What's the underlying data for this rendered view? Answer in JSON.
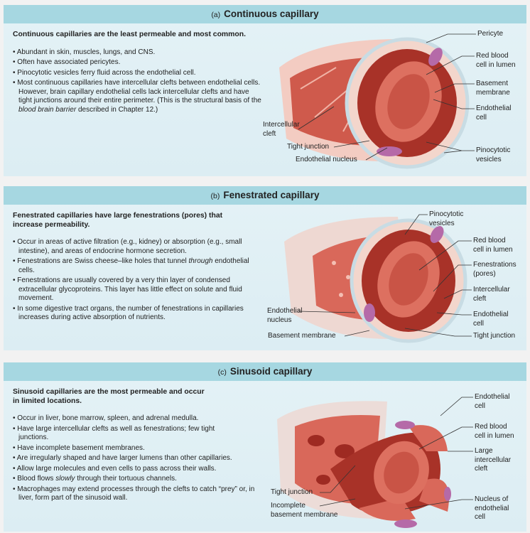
{
  "panels": [
    {
      "letter": "(a)",
      "title": "Continuous capillary",
      "lead": "Continuous capillaries are the least permeable and most common.",
      "bullets": [
        "Abundant in skin, muscles, lungs, and CNS.",
        "Often have associated pericytes.",
        "Pinocytotic vesicles ferry fluid across the endothelial cell."
      ],
      "bullet4": {
        "pre": "Most continuous capillaries have intercellular clefts between endothelial cells. However, brain capillary endothelial cells lack intercellular clefts and have tight junctions around their entire perimeter. (This is the structural basis of the ",
        "em": "blood brain barrier",
        "post": " described in Chapter 12.)"
      },
      "labels": [
        "Pericyte",
        "Red blood\ncell in lumen",
        "Basement\nmembrane",
        "Endothelial\ncell",
        "Intercellular\ncleft",
        "Tight junction",
        "Endothelial nucleus",
        "Pinocytotic\nvesicles"
      ]
    },
    {
      "letter": "(b)",
      "title": "Fenestrated capillary",
      "lead": "Fenestrated capillaries have large fenestrations (pores) that increase permeability.",
      "bullets": [
        "Occur in areas of active filtration (e.g., kidney) or absorption (e.g., small intestine), and areas of endocrine hormone secretion."
      ],
      "bullet2": {
        "pre": "Fenestrations are Swiss cheese–like holes that tunnel ",
        "em": "through",
        "post": " endothelial cells."
      },
      "bullets_b": [
        "Fenestrations are usually covered by a very thin layer of condensed extracellular glycoproteins. This layer has little effect on solute and fluid movement.",
        "In some digestive tract organs, the number of fenestrations in capillaries increases during active absorption of nutrients."
      ],
      "labels": [
        "Pinocytotic\nvesicles",
        "Red blood\ncell in lumen",
        "Fenestrations\n(pores)",
        "Intercellular\ncleft",
        "Endothelial\nnucleus",
        "Endothelial\ncell",
        "Basement membrane",
        "Tight junction"
      ]
    },
    {
      "letter": "(c)",
      "title": "Sinusoid capillary",
      "lead": "Sinusoid capillaries are the most permeable and occur in limited locations.",
      "bullets": [
        "Occur in liver, bone marrow, spleen, and adrenal medulla.",
        "Have large intercellular clefts as well as fenestrations; few tight junctions.",
        "Have incomplete basement membranes.",
        "Are irregularly shaped and have larger lumens than other capillaries.",
        "Allow large molecules and even cells to pass across their walls."
      ],
      "bullet6": {
        "pre": "Blood flows ",
        "em": "slowly",
        "post": " through their tortuous channels."
      },
      "bullet7": "Macrophages may extend processes through the clefts to catch “prey” or, in liver, form part of the sinusoid wall.",
      "labels": [
        "Endothelial\ncell",
        "Red blood\ncell in lumen",
        "Large\nintercellular\ncleft",
        "Tight junction",
        "Incomplete\nbasement membrane",
        "Nucleus of\nendothelial\ncell"
      ]
    }
  ],
  "colors": {
    "header": "#a6d7e1",
    "panel": "#e0f0f5",
    "tissue": "#d9685a",
    "lumen": "#9e2a22",
    "nucleus": "#b56aa8"
  }
}
